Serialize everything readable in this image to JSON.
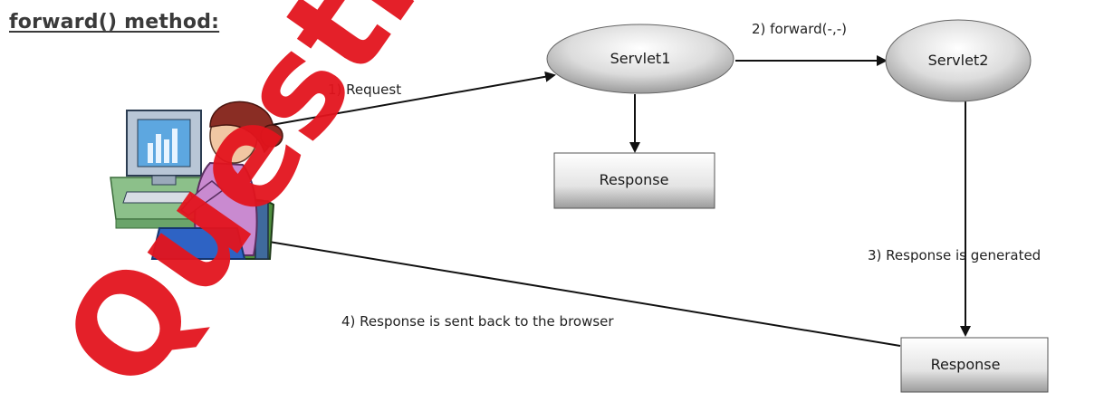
{
  "title": "forward() method:",
  "nodes": {
    "servlet1": "Servlet1",
    "servlet2": "Servlet2",
    "response_top": "Response",
    "response_bottom": "Response"
  },
  "edges": {
    "request": "1) Request",
    "forward": "2) forward(-,-)",
    "generated": "3) Response is generated",
    "sent_back": "4) Response  is sent back to the browser"
  },
  "watermark": "Questions",
  "colors": {
    "node_fill_light": "#f4f4f4",
    "node_fill_dark": "#9a9a9a",
    "arrow": "#111111",
    "watermark": "#e3141d"
  },
  "icons": [
    "user-at-computer-icon"
  ]
}
